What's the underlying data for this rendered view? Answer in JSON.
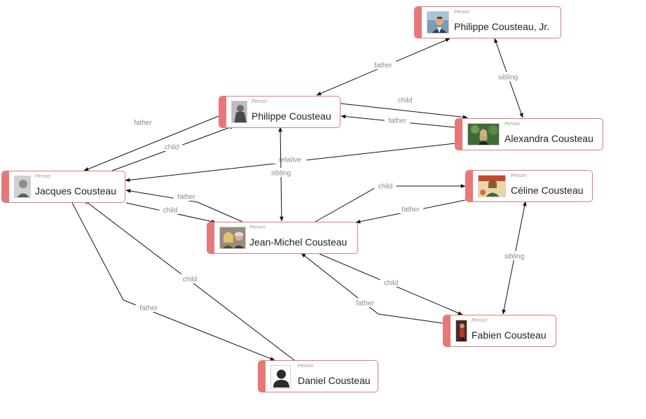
{
  "colors": {
    "accent": "#e87878",
    "border": "#e07a7a",
    "edge": "#111111",
    "edge_label": "#8a8a8a"
  },
  "nodes": [
    {
      "id": "pcj",
      "type": "Person",
      "name": "Philippe Cousteau, Jr.",
      "icon": "portrait-photo"
    },
    {
      "id": "pc",
      "type": "Person",
      "name": "Philippe Cousteau",
      "icon": "portrait-photo"
    },
    {
      "id": "ac",
      "type": "Person",
      "name": "Alexandra Cousteau",
      "icon": "portrait-photo"
    },
    {
      "id": "jc",
      "type": "Person",
      "name": "Jacques Cousteau",
      "icon": "portrait-photo"
    },
    {
      "id": "cc",
      "type": "Person",
      "name": "Céline Cousteau",
      "icon": "portrait-photo"
    },
    {
      "id": "jmc",
      "type": "Person",
      "name": "Jean-Michel Cousteau",
      "icon": "portrait-photo"
    },
    {
      "id": "fc",
      "type": "Person",
      "name": "Fabien Cousteau",
      "icon": "portrait-photo"
    },
    {
      "id": "dc",
      "type": "Person",
      "name": "Daniel Cousteau",
      "icon": "avatar-placeholder"
    }
  ],
  "edges": [
    {
      "id": "e1",
      "label": "father"
    },
    {
      "id": "e2",
      "label": "sibling"
    },
    {
      "id": "e3",
      "label": "child"
    },
    {
      "id": "e4",
      "label": "father"
    },
    {
      "id": "e5",
      "label": "father"
    },
    {
      "id": "e6",
      "label": "child"
    },
    {
      "id": "e7",
      "label": "relative"
    },
    {
      "id": "e8",
      "label": "sibling"
    },
    {
      "id": "e9",
      "label": "father"
    },
    {
      "id": "e10",
      "label": "child"
    },
    {
      "id": "e11",
      "label": "child"
    },
    {
      "id": "e12",
      "label": "father"
    },
    {
      "id": "e13",
      "label": "sibling"
    },
    {
      "id": "e14",
      "label": "child"
    },
    {
      "id": "e15",
      "label": "father"
    },
    {
      "id": "e16",
      "label": "child"
    },
    {
      "id": "e17",
      "label": "father"
    }
  ]
}
